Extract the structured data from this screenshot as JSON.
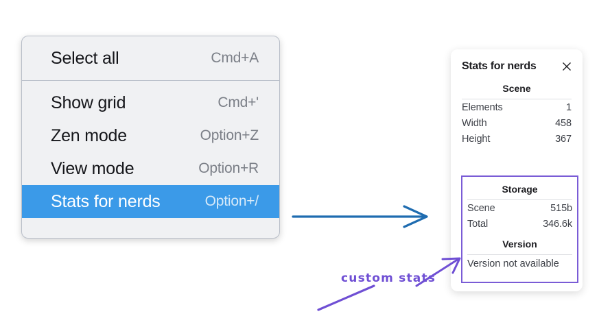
{
  "menu": {
    "groups": [
      {
        "items": [
          {
            "label": "Select all",
            "shortcut": "Cmd+A",
            "selected": false
          }
        ]
      },
      {
        "items": [
          {
            "label": "Show grid",
            "shortcut": "Cmd+'",
            "selected": false
          },
          {
            "label": "Zen mode",
            "shortcut": "Option+Z",
            "selected": false
          },
          {
            "label": "View mode",
            "shortcut": "Option+R",
            "selected": false
          },
          {
            "label": "Stats for nerds",
            "shortcut": "Option+/",
            "selected": true
          }
        ]
      }
    ],
    "highlight_color": "#3b9ae8"
  },
  "stats_panel": {
    "title": "Stats for nerds",
    "close_icon": "close-icon",
    "sections": {
      "scene": {
        "heading": "Scene",
        "rows": [
          {
            "key": "Elements",
            "value": "1"
          },
          {
            "key": "Width",
            "value": "458"
          },
          {
            "key": "Height",
            "value": "367"
          }
        ]
      },
      "storage": {
        "heading": "Storage",
        "rows": [
          {
            "key": "Scene",
            "value": "515b"
          },
          {
            "key": "Total",
            "value": "346.6k"
          }
        ]
      },
      "version": {
        "heading": "Version",
        "note": "Version not available"
      }
    },
    "highlight_box_color": "#7a5cd6"
  },
  "annotations": {
    "handwritten_label": "custom stats",
    "handwriting_color": "#6f4fd4",
    "flow_arrow_color": "#1f6cb0"
  }
}
